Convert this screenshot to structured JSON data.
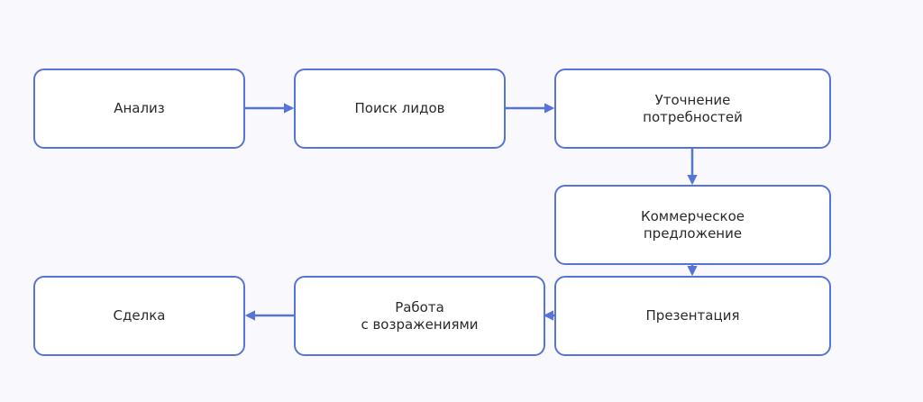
{
  "diagram": {
    "nodes": {
      "analysis": "Анализ",
      "lead_search": "Поиск лидов",
      "needs": "Уточнение\nпотребностей",
      "proposal": "Коммерческое\nпредложение",
      "presentation": "Презентация",
      "objections": "Работа\nс возражениями",
      "deal": "Сделка"
    },
    "colors": {
      "stroke": "#5674d8",
      "node_fill": "#ffffff",
      "text": "#2a2a2a",
      "background": "#f9f9fd"
    }
  }
}
